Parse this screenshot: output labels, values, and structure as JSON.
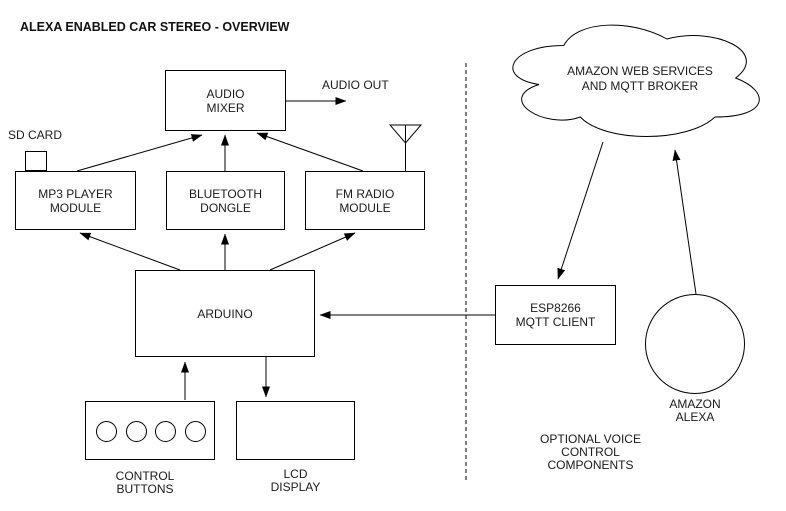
{
  "title": "ALEXA ENABLED CAR STEREO - OVERVIEW",
  "colors": {
    "line": "#000000",
    "text": "#1a1a1a",
    "background": "#ffffff"
  },
  "nodes": {
    "audio_mixer": "AUDIO\nMIXER",
    "mp3_player": "MP3 PLAYER\nMODULE",
    "bluetooth_dongle": "BLUETOOTH\nDONGLE",
    "fm_radio": "FM RADIO\nMODULE",
    "arduino": "ARDUINO",
    "esp8266": "ESP8266\nMQTT CLIENT",
    "aws_cloud": "AMAZON WEB SERVICES\nAND MQTT BROKER"
  },
  "labels": {
    "audio_out": "AUDIO OUT",
    "sd_card": "SD CARD",
    "control_buttons": "CONTROL\nBUTTONS",
    "lcd_display": "LCD\nDISPLAY",
    "amazon_alexa": "AMAZON\nALEXA",
    "optional_note": "OPTIONAL VOICE\nCONTROL\nCOMPONENTS"
  }
}
